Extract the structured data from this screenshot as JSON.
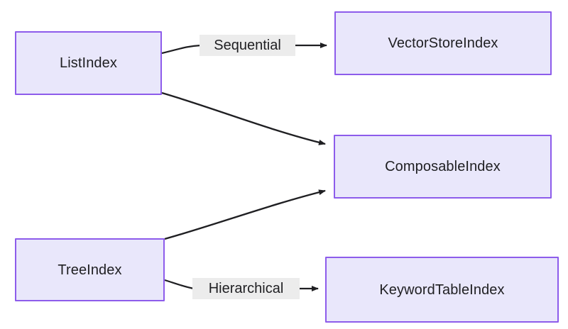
{
  "diagram": {
    "type": "flowchart",
    "direction": "left-to-right",
    "background_color": "#ffffff",
    "node_fill_color": "#e9e7fb",
    "node_border_color": "#8d5ceb",
    "edge_color": "#1f1f22",
    "edge_label_background": "#ececec",
    "text_color": "#1f1f22",
    "nodes": [
      {
        "id": "listindex",
        "label": "ListIndex"
      },
      {
        "id": "vectorstoreindex",
        "label": "VectorStoreIndex"
      },
      {
        "id": "composableindex",
        "label": "ComposableIndex"
      },
      {
        "id": "treeindex",
        "label": "TreeIndex"
      },
      {
        "id": "keywordtableindex",
        "label": "KeywordTableIndex"
      }
    ],
    "edges": [
      {
        "from": "listindex",
        "to": "vectorstoreindex",
        "label": "Sequential",
        "arrow": true
      },
      {
        "from": "listindex",
        "to": "composableindex",
        "label": "",
        "arrow": true
      },
      {
        "from": "treeindex",
        "to": "composableindex",
        "label": "",
        "arrow": true
      },
      {
        "from": "treeindex",
        "to": "keywordtableindex",
        "label": "Hierarchical",
        "arrow": true
      }
    ]
  }
}
